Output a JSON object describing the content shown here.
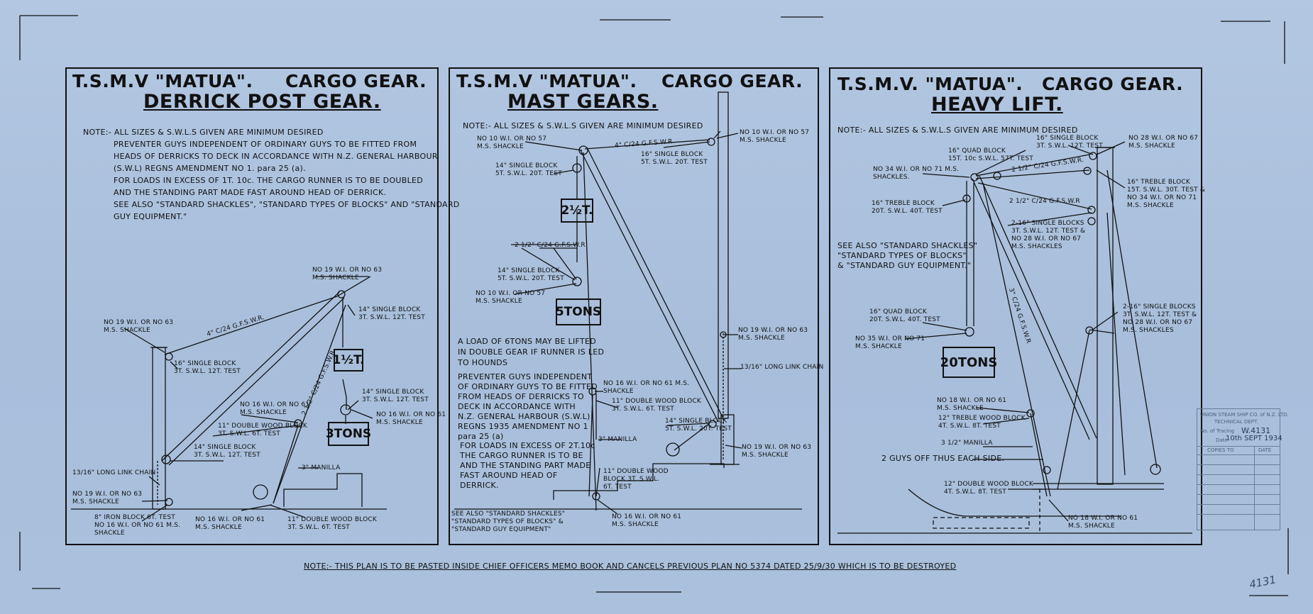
{
  "panels": [
    {
      "title_ship": "T.S.M.V \"MATUA\".",
      "title_gear": "CARGO GEAR.",
      "subtitle": "DERRICK POST GEAR.",
      "notes": [
        "NOTE:- ALL SIZES & S.W.L.S GIVEN ARE MINIMUM DESIRED",
        "PREVENTER GUYS INDEPENDENT OF ORDINARY GUYS TO BE FITTED FROM",
        "HEADS OF DERRICKS TO DECK IN ACCORDANCE WITH N.Z. GENERAL HARBOUR",
        "(S.W.L) REGNS AMENDMENT NO 1. para 25 (a).",
        "FOR LOADS IN EXCESS OF 1T. 10c. THE CARGO RUNNER IS TO BE DOUBLED",
        "AND THE STANDING PART MADE FAST AROUND HEAD OF DERRICK.",
        "SEE ALSO \"STANDARD SHACKLES\", \"STANDARD TYPES OF BLOCKS\" AND \"STANDARD",
        "GUY EQUIPMENT.\""
      ],
      "labels": [
        "NO 19 W.I. OR NO 63\nM.S. SHACKLE",
        "4\" C/24 G.F.S.W.R.",
        "14\" SINGLE BLOCK\n3T. S.W.L. 12T. TEST",
        "NO 19 W.I. OR NO 63\nM.S. SHACKLE",
        "16\" SINGLE BLOCK\n3T. S.W.L. 12T. TEST",
        "2 1/2\" C/24 G.F.S.W.R",
        "NO 16 W.I. OR NO 61\nM.S. SHACKLE",
        "14\" SINGLE BLOCK\n3T. S.W.L. 12T. TEST",
        "NO 16 W.I. OR NO 61\nM.S. SHACKLE",
        "11\" DOUBLE WOOD BLOCK\n3T. S.W.L. 6T. TEST",
        "14\" SINGLE BLOCK\n3T. S.W.L. 12T. TEST",
        "3\" MANILLA",
        "13/16\" LONG LINK CHAIN",
        "NO 19 W.I. OR NO 63\nM.S. SHACKLE",
        "8\" IRON BLOCK 6T. TEST\nNO 16 W.I. OR NO 61 M.S.\nSHACKLE",
        "NO 16 W.I. OR NO 61\nM.S. SHACKLE",
        "11\" DOUBLE WOOD BLOCK\n3T. S.W.L. 6T. TEST"
      ],
      "boxes": [
        "1½T.",
        "3TONS"
      ]
    },
    {
      "title_ship": "T.S.M.V \"MATUA\".",
      "title_gear": "CARGO GEAR.",
      "subtitle": "MAST GEARS.",
      "notes": [
        "NOTE:- ALL SIZES & S.W.L.S GIVEN ARE MINIMUM DESIRED"
      ],
      "labels": [
        "NO 10 W.I. OR NO 57\nM.S. SHACKLE",
        "4\" C/24 G.F.S.W.R",
        "NO 10 W.I. OR NO 57\nM.S. SHACKLE",
        "16\" SINGLE BLOCK\n5T. S.W.L. 20T. TEST",
        "14\" SINGLE BLOCK\n5T. S.W.L. 20T. TEST",
        "2 1/2\" C/24 G.F.S.W.R",
        "14\" SINGLE BLOCK\n5T. S.W.L. 20T. TEST",
        "NO 10 W.I. OR NO 57\nM.S. SHACKLE",
        "NO 19 W.I. OR NO 63\nM.S. SHACKLE",
        "13/16\" LONG LINK CHAIN",
        "NO 16 W.I. OR NO 61 M.S.\nSHACKLE",
        "11\" DOUBLE WOOD BLOCK\n3T. S.W.L. 6T. TEST",
        "3\" MANILLA",
        "14\" SINGLE BLOCK\n5T. S.W.L. 20T. TEST",
        "NO 19 W.I. OR NO 63\nM.S. SHACKLE",
        "11\" DOUBLE WOOD\nBLOCK 3T. S.W.L.\n6T. TEST",
        "NO 16 W.I. OR NO 61\nM.S. SHACKLE"
      ],
      "paras": [
        "A LOAD OF 6TONS MAY BE LIFTED\nIN DOUBLE GEAR IF RUNNER IS LED\nTO HOUNDS",
        "PREVENTER GUYS INDEPENDENT\nOF ORDINARY GUYS TO BE FITTED\nFROM HEADS OF DERRICKS TO\nDECK IN ACCORDANCE WITH\nN.Z. GENERAL HARBOUR (S.W.L)\nREGNS 1935 AMENDMENT NO 1\npara 25 (a)",
        "FOR LOADS IN EXCESS OF 2T.10c\nTHE CARGO RUNNER IS TO BE\nAND THE STANDING PART MADE\nFAST AROUND HEAD OF\nDERRICK.",
        "SEE ALSO \"STANDARD SHACKLES\"\n\"STANDARD TYPES OF BLOCKS\" &\n\"STANDARD GUY EQUIPMENT\""
      ],
      "boxes": [
        "2½T.",
        "5TONS"
      ]
    },
    {
      "title_ship": "T.S.M.V. \"MATUA\".",
      "title_gear": "CARGO GEAR.",
      "subtitle": "HEAVY LIFT.",
      "notes": [
        "NOTE:- ALL SIZES & S.W.L.S GIVEN ARE MINIMUM DESIRED"
      ],
      "labels": [
        "16\" QUAD BLOCK\n15T. 10c S.W.L. 57T. TEST",
        "16\" SINGLE BLOCK\n3T. S.W.L. 12T. TEST",
        "NO 28 W.I. OR NO 67\nM.S. SHACKLE",
        "NO 34 W.I. OR NO 71 M.S.\nSHACKLES.",
        "2 1/2\" C/24 G.F.S.W.R.",
        "16\" TREBLE BLOCK\n15T. S.W.L. 30T. TEST &\nNO 34 W.I. OR NO 71\nM.S. SHACKLE",
        "16\" TREBLE BLOCK\n20T. S.W.L. 40T. TEST",
        "2 1/2\" C/24 G.F.S.W.R",
        "2-16\" SINGLE BLOCKS\n3T. S.W.L. 12T. TEST &\nNO 28 W.I. OR NO 67\nM.S. SHACKLES",
        "16\" QUAD BLOCK\n20T. S.W.L. 40T. TEST",
        "NO 35 W.I. OR NO 71\nM.S. SHACKLE",
        "3\" C/24 G.F.S.W.R",
        "2-16\" SINGLE BLOCKS\n3T. S.W.L. 12T. TEST &\nNO 28 W.I. OR NO 67\nM.S. SHACKLES",
        "NO 18 W.I. OR NO 61\nM.S. SHACKLE",
        "12\" TREBLE WOOD BLOCK\n4T. S.W.L. 8T. TEST",
        "3 1/2\" MANILLA",
        "2 GUYS OFF THUS EACH SIDE.",
        "12\" DOUBLE WOOD BLOCK\n4T. S.W.L. 8T. TEST",
        "NO 18 W.I. OR NO 61\nM.S. SHACKLE"
      ],
      "paras": [
        "SEE ALSO \"STANDARD SHACKLES\"\n\"STANDARD TYPES OF BLOCKS\"\n& \"STANDARD GUY EQUIPMENT.\""
      ],
      "boxes": [
        "20TONS"
      ]
    }
  ],
  "footer_note": "NOTE:- THIS PLAN IS TO BE PASTED INSIDE CHIEF OFFICERS MEMO BOOK AND CANCELS PREVIOUS PLAN NO 5374 DATED 25/9/30 WHICH IS TO BE DESTROYED",
  "stamp": {
    "company": "UNION STEAM SHIP CO. of N.Z. LTD.",
    "dept": "TECHNICAL DEPT.",
    "tracing_label": "No. of Tracing",
    "tracing_no": "W.4131",
    "date_label": "Date",
    "date_value": "10th SEPT 1934",
    "copies_to": "COPIES TO",
    "date_col": "DATE"
  },
  "corner_mark": "4131",
  "colors": {
    "paper": "#a9bfdc",
    "ink": "#111111",
    "stamp": "#4d5f78"
  }
}
